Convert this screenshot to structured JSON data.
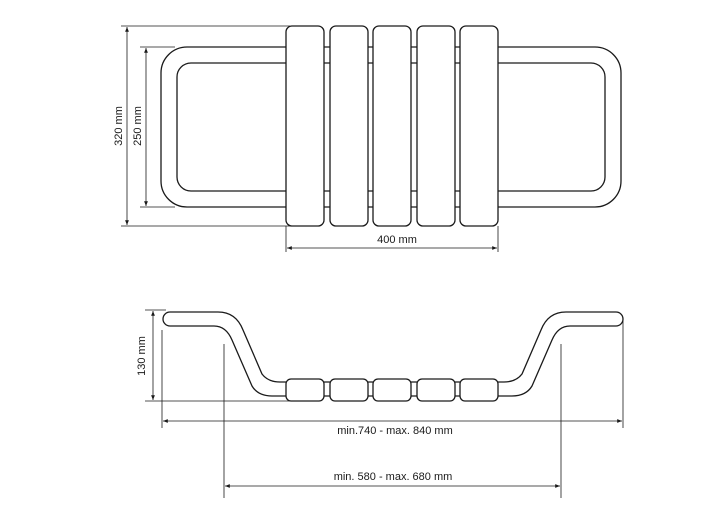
{
  "top_view": {
    "dim_height_outer": "320 mm",
    "dim_height_inner": "250 mm",
    "dim_width": "400 mm"
  },
  "side_view": {
    "dim_height": "130 mm",
    "dim_overall": "min.740 - max. 840 mm",
    "dim_inner": "min. 580 - max. 680 mm"
  }
}
